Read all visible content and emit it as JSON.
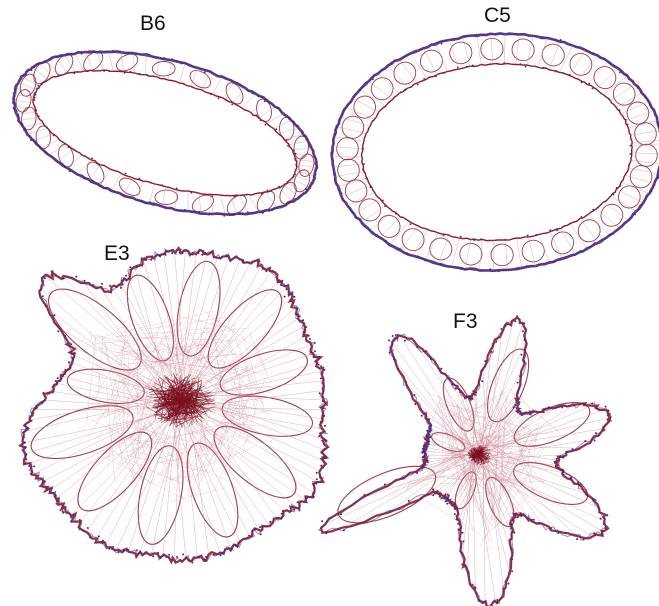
{
  "panels": [
    {
      "label": "B6",
      "shape": "elongated-ring-network"
    },
    {
      "label": "C5",
      "shape": "oval-ring-network"
    },
    {
      "label": "E3",
      "shape": "dense-core-radial-network"
    },
    {
      "label": "F3",
      "shape": "star-lobed-network"
    }
  ],
  "colors": {
    "background": "#ffffff",
    "edge_dark": "#8a1c2e",
    "edge_light": "#c98a95",
    "node_blue": "#2b2fa0",
    "core": "#7a1020"
  }
}
